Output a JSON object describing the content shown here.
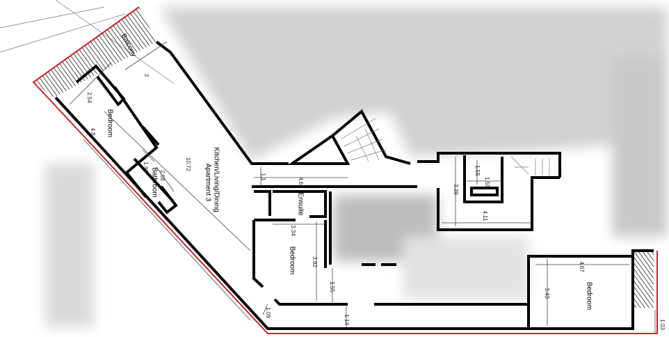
{
  "plan": {
    "unit_title": "Apartment 3",
    "rooms": {
      "balcony": "Balcony",
      "bedroom_1": "Bedroom",
      "kitchen": "Kitchen/Living/Dining",
      "bathroom": "Bathroom",
      "ensuite": "Ensuite",
      "bedroom_2": "Bedroom",
      "bedroom_3": "Bedroom"
    },
    "dimensions": {
      "d3": "3",
      "d254": "2.54",
      "d48": "4.8",
      "d1072": "10.72",
      "d258": "2.58",
      "d196": "1.96",
      "d11": "1.1",
      "d465": "4.65",
      "d334": "3.34",
      "d392": "3.92",
      "d155a": "1.55",
      "d109": "1.09",
      "d114": "1.14",
      "d339": "3.39",
      "d155b": "1.55",
      "d155c": "1.55",
      "d411": "4.11",
      "d467": "4.67",
      "d343": "3.43",
      "d103": "1.03"
    },
    "colors": {
      "boundary": "#c8262b",
      "wall": "#000000",
      "redacted": "#c4c4c4"
    }
  }
}
